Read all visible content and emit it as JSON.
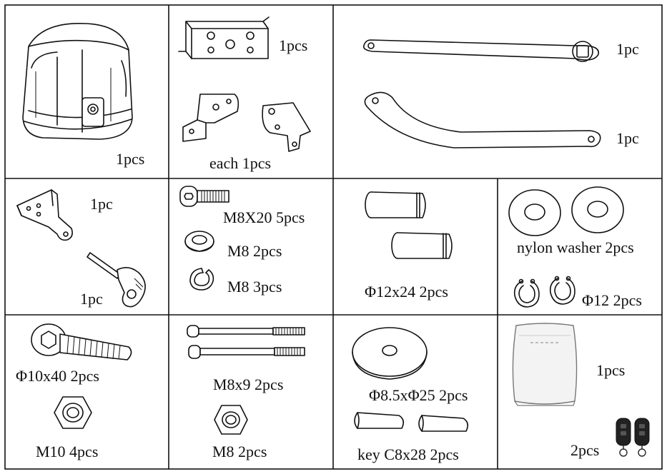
{
  "parts": {
    "motor": {
      "qty": "1pcs"
    },
    "brackets": {
      "plate_qty": "1pcs",
      "angle_qty": "each 1pcs"
    },
    "arms": {
      "straight_qty": "1pc",
      "curved_qty": "1pc"
    },
    "rear_bracket": {
      "bracket_qty": "1pc",
      "key_qty": "1pc"
    },
    "bolt_m8x20": {
      "bolt": "M8X20  5pcs",
      "flat_washer": "M8   2pcs",
      "spring_washer": "M8   3pcs"
    },
    "pin": {
      "qty": "Φ12x24 2pcs"
    },
    "washers": {
      "nylon": "nylon washer 2pcs",
      "circlip": "Φ12  2pcs"
    },
    "bolt_m10": {
      "bolt": "Φ10x40 2pcs",
      "nut": "M10  4pcs"
    },
    "bolt_m8x9": {
      "bolt": "M8x9  2pcs",
      "nut": "M8  2pcs"
    },
    "flat_washer_key": {
      "washer": "Φ8.5xΦ25 2pcs",
      "key": "key C8x28 2pcs"
    },
    "control": {
      "box_qty": "1pcs",
      "remote_qty": "2pcs"
    }
  }
}
